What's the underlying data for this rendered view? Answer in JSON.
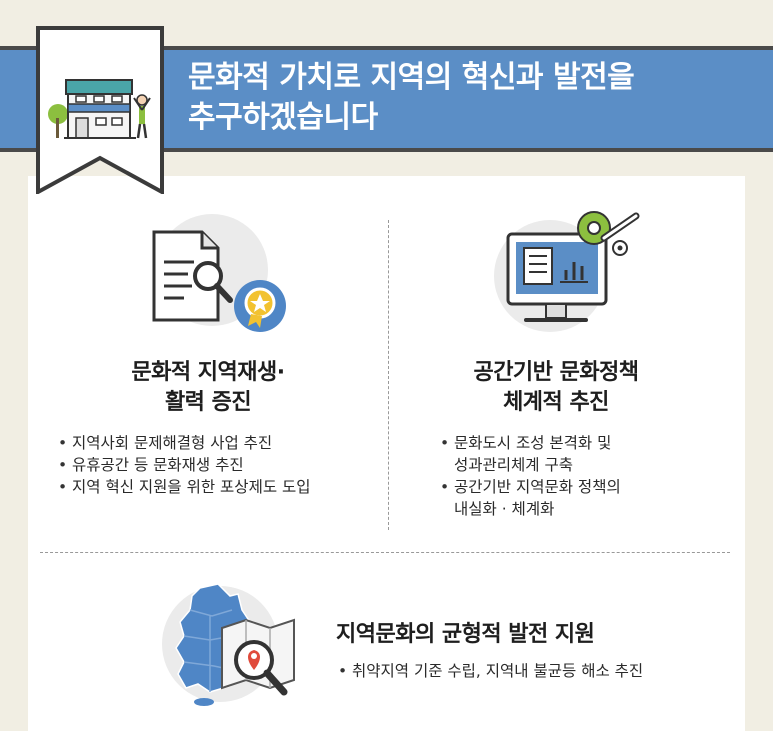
{
  "header": {
    "title_line1": "문화적 가치로 지역의 혁신과 발전을",
    "title_line2": "추구하겠습니다"
  },
  "left_section": {
    "title_line1": "문화적 지역재생·",
    "title_line2": "활력 증진",
    "bullets": [
      "지역사회 문제해결형 사업 추진",
      "유휴공간 등 문화재생 추진",
      "지역 혁신 지원을 위한 포상제도 도입"
    ]
  },
  "right_section": {
    "title_line1": "공간기반 문화정책",
    "title_line2": "체계적 추진",
    "bullets": [
      {
        "line1": "문화도시 조성 본격화 및",
        "line2": "성과관리체계 구축"
      },
      {
        "line1": "공간기반 지역문화 정책의",
        "line2": "내실화 · 체계화"
      }
    ]
  },
  "bottom_section": {
    "title": "지역문화의 균형적 발전 지원",
    "bullets": [
      "취약지역 기준 수립, 지역내 불균등 해소 추진"
    ]
  },
  "icons": {
    "header": "building-with-person-icon",
    "left": "document-magnifier-badge-icon",
    "right": "monitor-chart-gear-icon",
    "bottom": "korea-map-location-icon"
  },
  "colors": {
    "band": "#5b8ec6",
    "background": "#f1eee3",
    "accent_green": "#8cbf3f",
    "accent_blue": "#4f86c6"
  }
}
